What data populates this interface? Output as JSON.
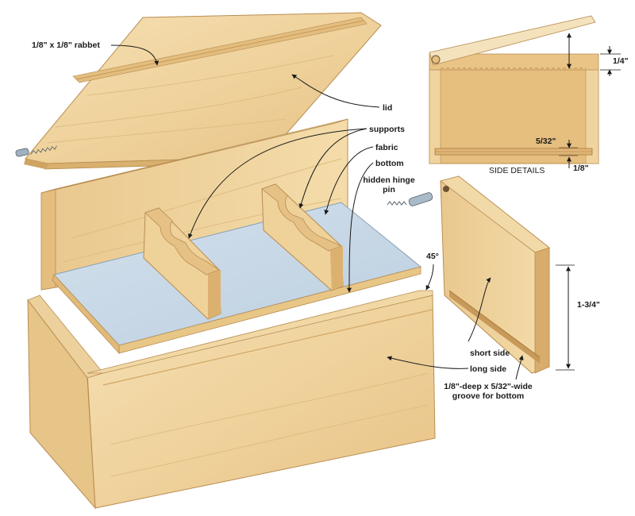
{
  "labels": {
    "rabbet": "1/8\" x 1/8\" rabbet",
    "lid": "lid",
    "supports": "supports",
    "fabric": "fabric",
    "bottom": "bottom",
    "hinge_pin_line1": "hidden hinge",
    "hinge_pin_line2": "pin",
    "angle": "45°",
    "height": "1-3/4\"",
    "short_side": "short side",
    "long_side": "long side",
    "groove_line1": "1/8\"-deep x 5/32\"-wide",
    "groove_line2": "groove for bottom",
    "side_details": "SIDE DETAILS",
    "dim_quarter": "1/4\"",
    "dim_five_32": "5/32\"",
    "dim_eighth": "1/8\""
  },
  "colors": {
    "wood_light": "#f3d9a6",
    "wood_mid": "#e9c68a",
    "wood_dark": "#d7ab6a",
    "wood_edge": "#c89a5a",
    "fabric": "#c9d8e6",
    "detail_fill": "#e6be7e",
    "outline": "#2a2a2a"
  }
}
